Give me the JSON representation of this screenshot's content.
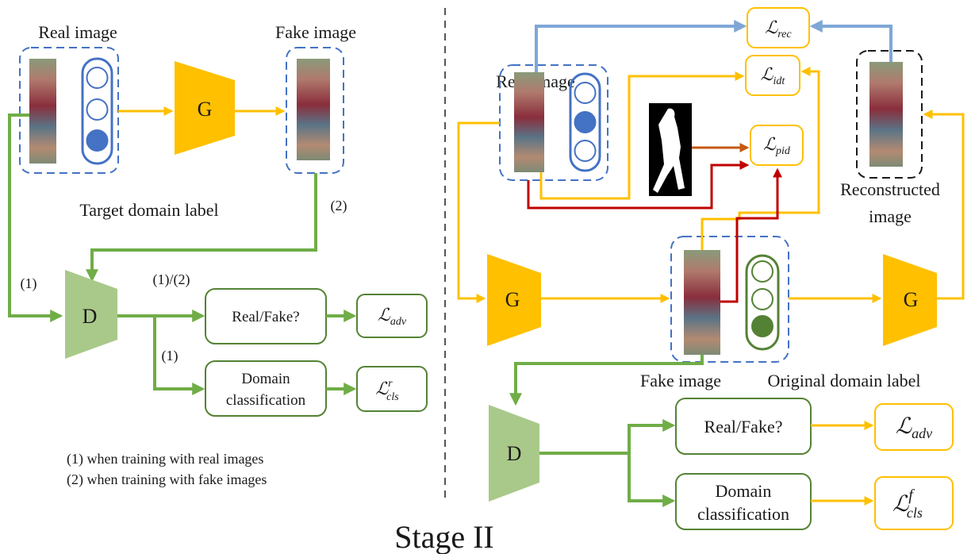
{
  "colors": {
    "blue": "#4472c4",
    "yellow": "#ffc000",
    "green": "#70ad47",
    "dark_green": "#548235",
    "red": "#c00000",
    "orange": "#c55a11",
    "light_green": "#a9c98a",
    "light_blue": "#7fa7d6",
    "text": "#1a1a1a"
  },
  "left": {
    "real_image_label": "Real image",
    "fake_image_label": "Fake image",
    "target_domain_label": "Target domain label",
    "generator": "G",
    "discriminator": "D",
    "step_2_marker": "(2)",
    "step_1_marker": "(1)",
    "step_12_marker": "(1)/(2)",
    "step_1_lower_marker": "(1)",
    "real_fake_box": "Real/Fake?",
    "domain_box_line1": "Domain",
    "domain_box_line2": "classification",
    "loss_adv": {
      "base": "ℒ",
      "sub": "adv"
    },
    "loss_cls": {
      "base": "ℒ",
      "sub": "cls",
      "sup": "r"
    },
    "note_1": "(1) when training with real images",
    "note_2": "(2) when training with fake images"
  },
  "right": {
    "real_image_label": "Real image",
    "loss_rec": {
      "base": "ℒ",
      "sub": "rec"
    },
    "loss_idt": {
      "base": "ℒ",
      "sub": "idt"
    },
    "loss_pid": {
      "base": "ℒ",
      "sub": "pid"
    },
    "reconstructed_line1": "Reconstructed",
    "reconstructed_line2": "image",
    "generator_1": "G",
    "generator_2": "G",
    "fake_image_label": "Fake image",
    "original_domain_label": "Original domain label",
    "discriminator": "D",
    "real_fake_box": "Real/Fake?",
    "domain_box_line1": "Domain",
    "domain_box_line2": "classification",
    "loss_adv": {
      "base": "ℒ",
      "sub": "adv"
    },
    "loss_cls": {
      "base": "ℒ",
      "sub": "cls",
      "sup": "f"
    }
  },
  "stage_title": "Stage II"
}
